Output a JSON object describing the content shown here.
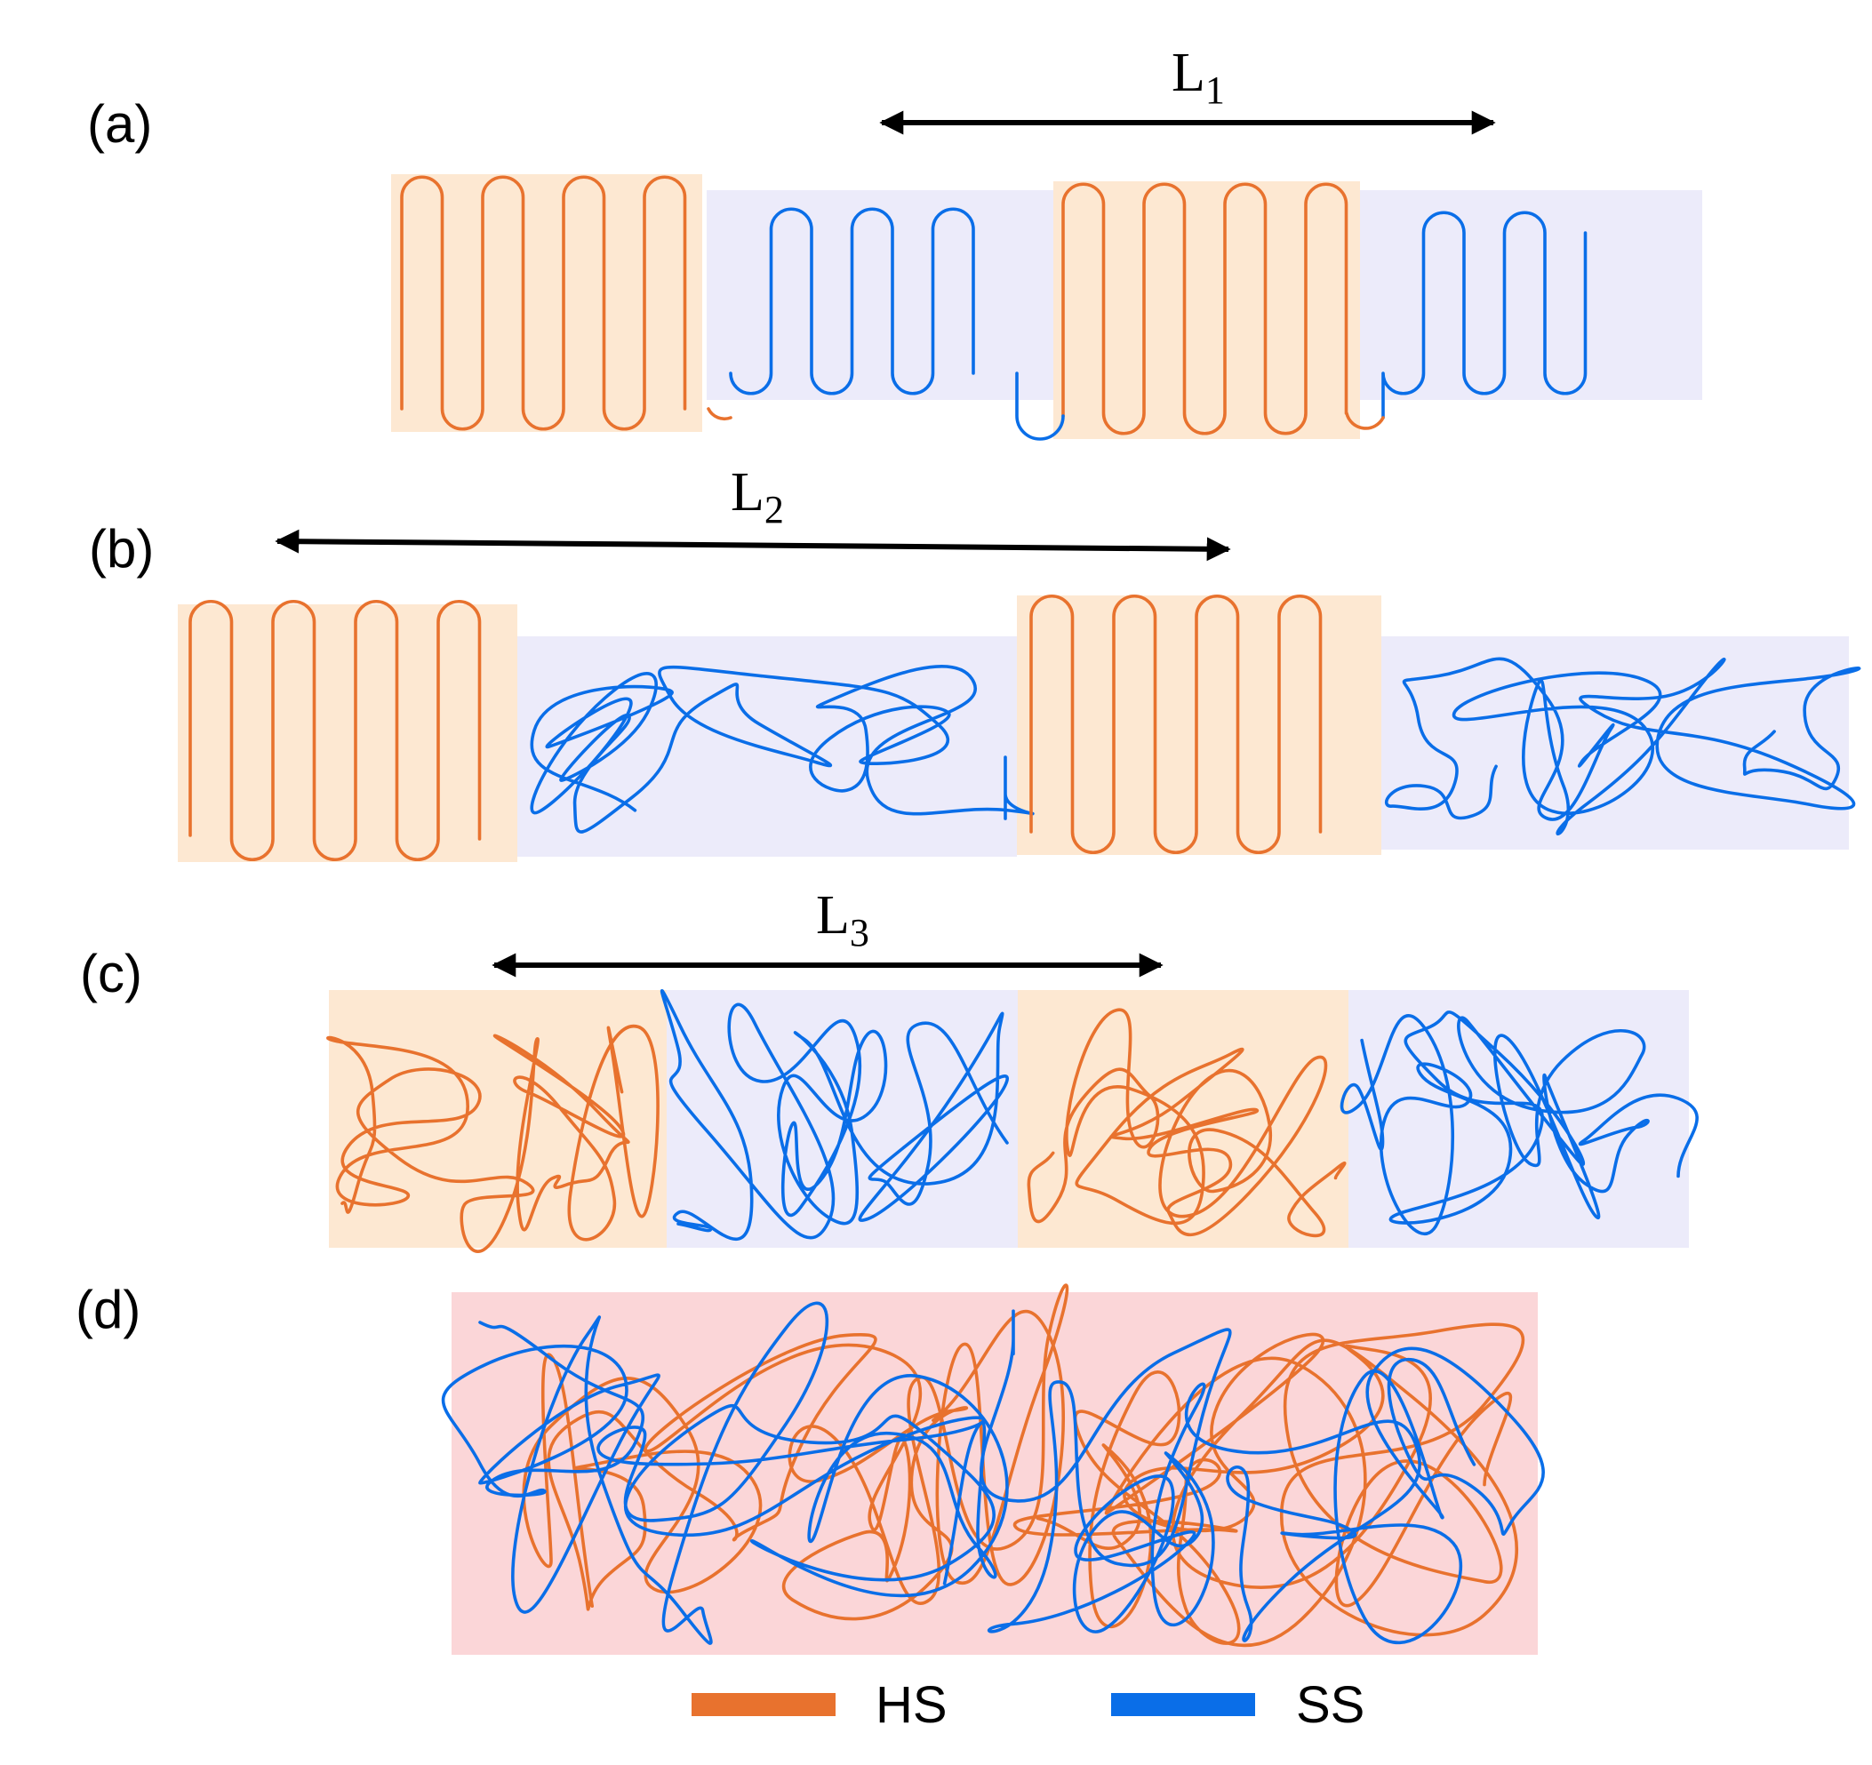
{
  "colors": {
    "hard_segment": "#e8722e",
    "soft_segment": "#0a6ee8",
    "hard_bg": "#fde8d2",
    "soft_bg": "#ecebfa",
    "mixed_bg": "#fbd6d8",
    "arrow": "#000000"
  },
  "panels": {
    "a": {
      "label": "(a)",
      "period_main": "L",
      "period_sub": "1"
    },
    "b": {
      "label": "(b)",
      "period_main": "L",
      "period_sub": "2"
    },
    "c": {
      "label": "(c)",
      "period_main": "L",
      "period_sub": "3"
    },
    "d": {
      "label": "(d)"
    }
  },
  "legend": [
    {
      "label": "HS",
      "color": "#e8722e"
    },
    {
      "label": "SS",
      "color": "#0a6ee8"
    }
  ]
}
